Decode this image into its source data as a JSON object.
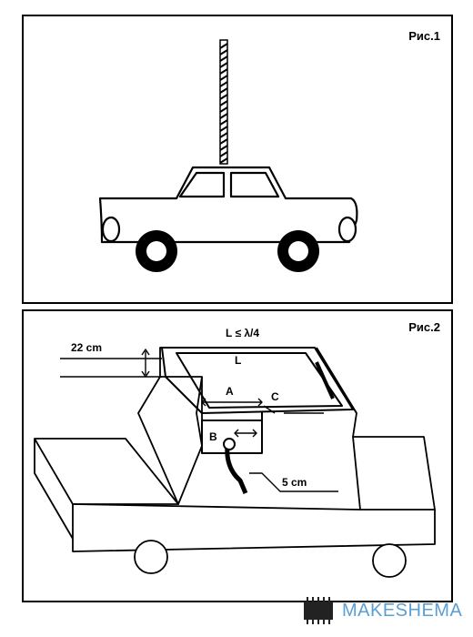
{
  "figure1": {
    "label": "Рис.1"
  },
  "figure2": {
    "label": "Рис.2",
    "annotations": {
      "height": "22 cm",
      "quarter_wave": "L ≤ λ/4",
      "length": "L",
      "a": "A",
      "b": "B",
      "c": "C",
      "gap": "5 cm"
    }
  },
  "watermark": {
    "text": "MAKESHEMA",
    "color": "#5a9fd4"
  }
}
